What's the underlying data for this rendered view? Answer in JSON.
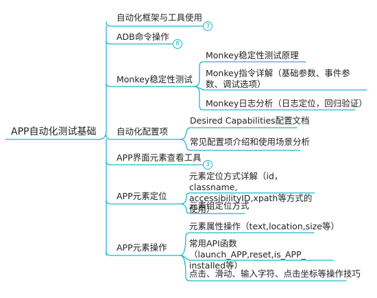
{
  "mindmap": {
    "root": "APP自动化测试基础",
    "branches": [
      {
        "label": "自动化框架与工具使用",
        "count": "3"
      },
      {
        "label": "ADB命令操作",
        "count": "8"
      },
      {
        "label": "Monkey稳定性测试",
        "children": [
          "Monkey稳定性测试原理",
          "Monkey指令详解（基础参数、事件参数、调试选项）",
          "Monkey日志分析（日志定位，回归验证）"
        ]
      },
      {
        "label": "自动化配置项",
        "children": [
          "Desired  Capabilities配置文档",
          "常见配置项介绍和使用场景分析"
        ]
      },
      {
        "label": "APP界面元素查看工具",
        "count": "3"
      },
      {
        "label": "APP元素定位",
        "children": [
          "元素定位方式详解（id，classname, accessibilityID,xpath等方式的使用）",
          "元素组定位方式"
        ]
      },
      {
        "label": "APP元素操作",
        "children": [
          "元素属性操作（text,location,size等）",
          "常用API函数（launch_APP,reset,is_APP_ installed等）",
          "点击、滑动、输入字符、点击坐标等操作技巧"
        ]
      }
    ]
  },
  "colors": {
    "line": "#19b6c9"
  }
}
